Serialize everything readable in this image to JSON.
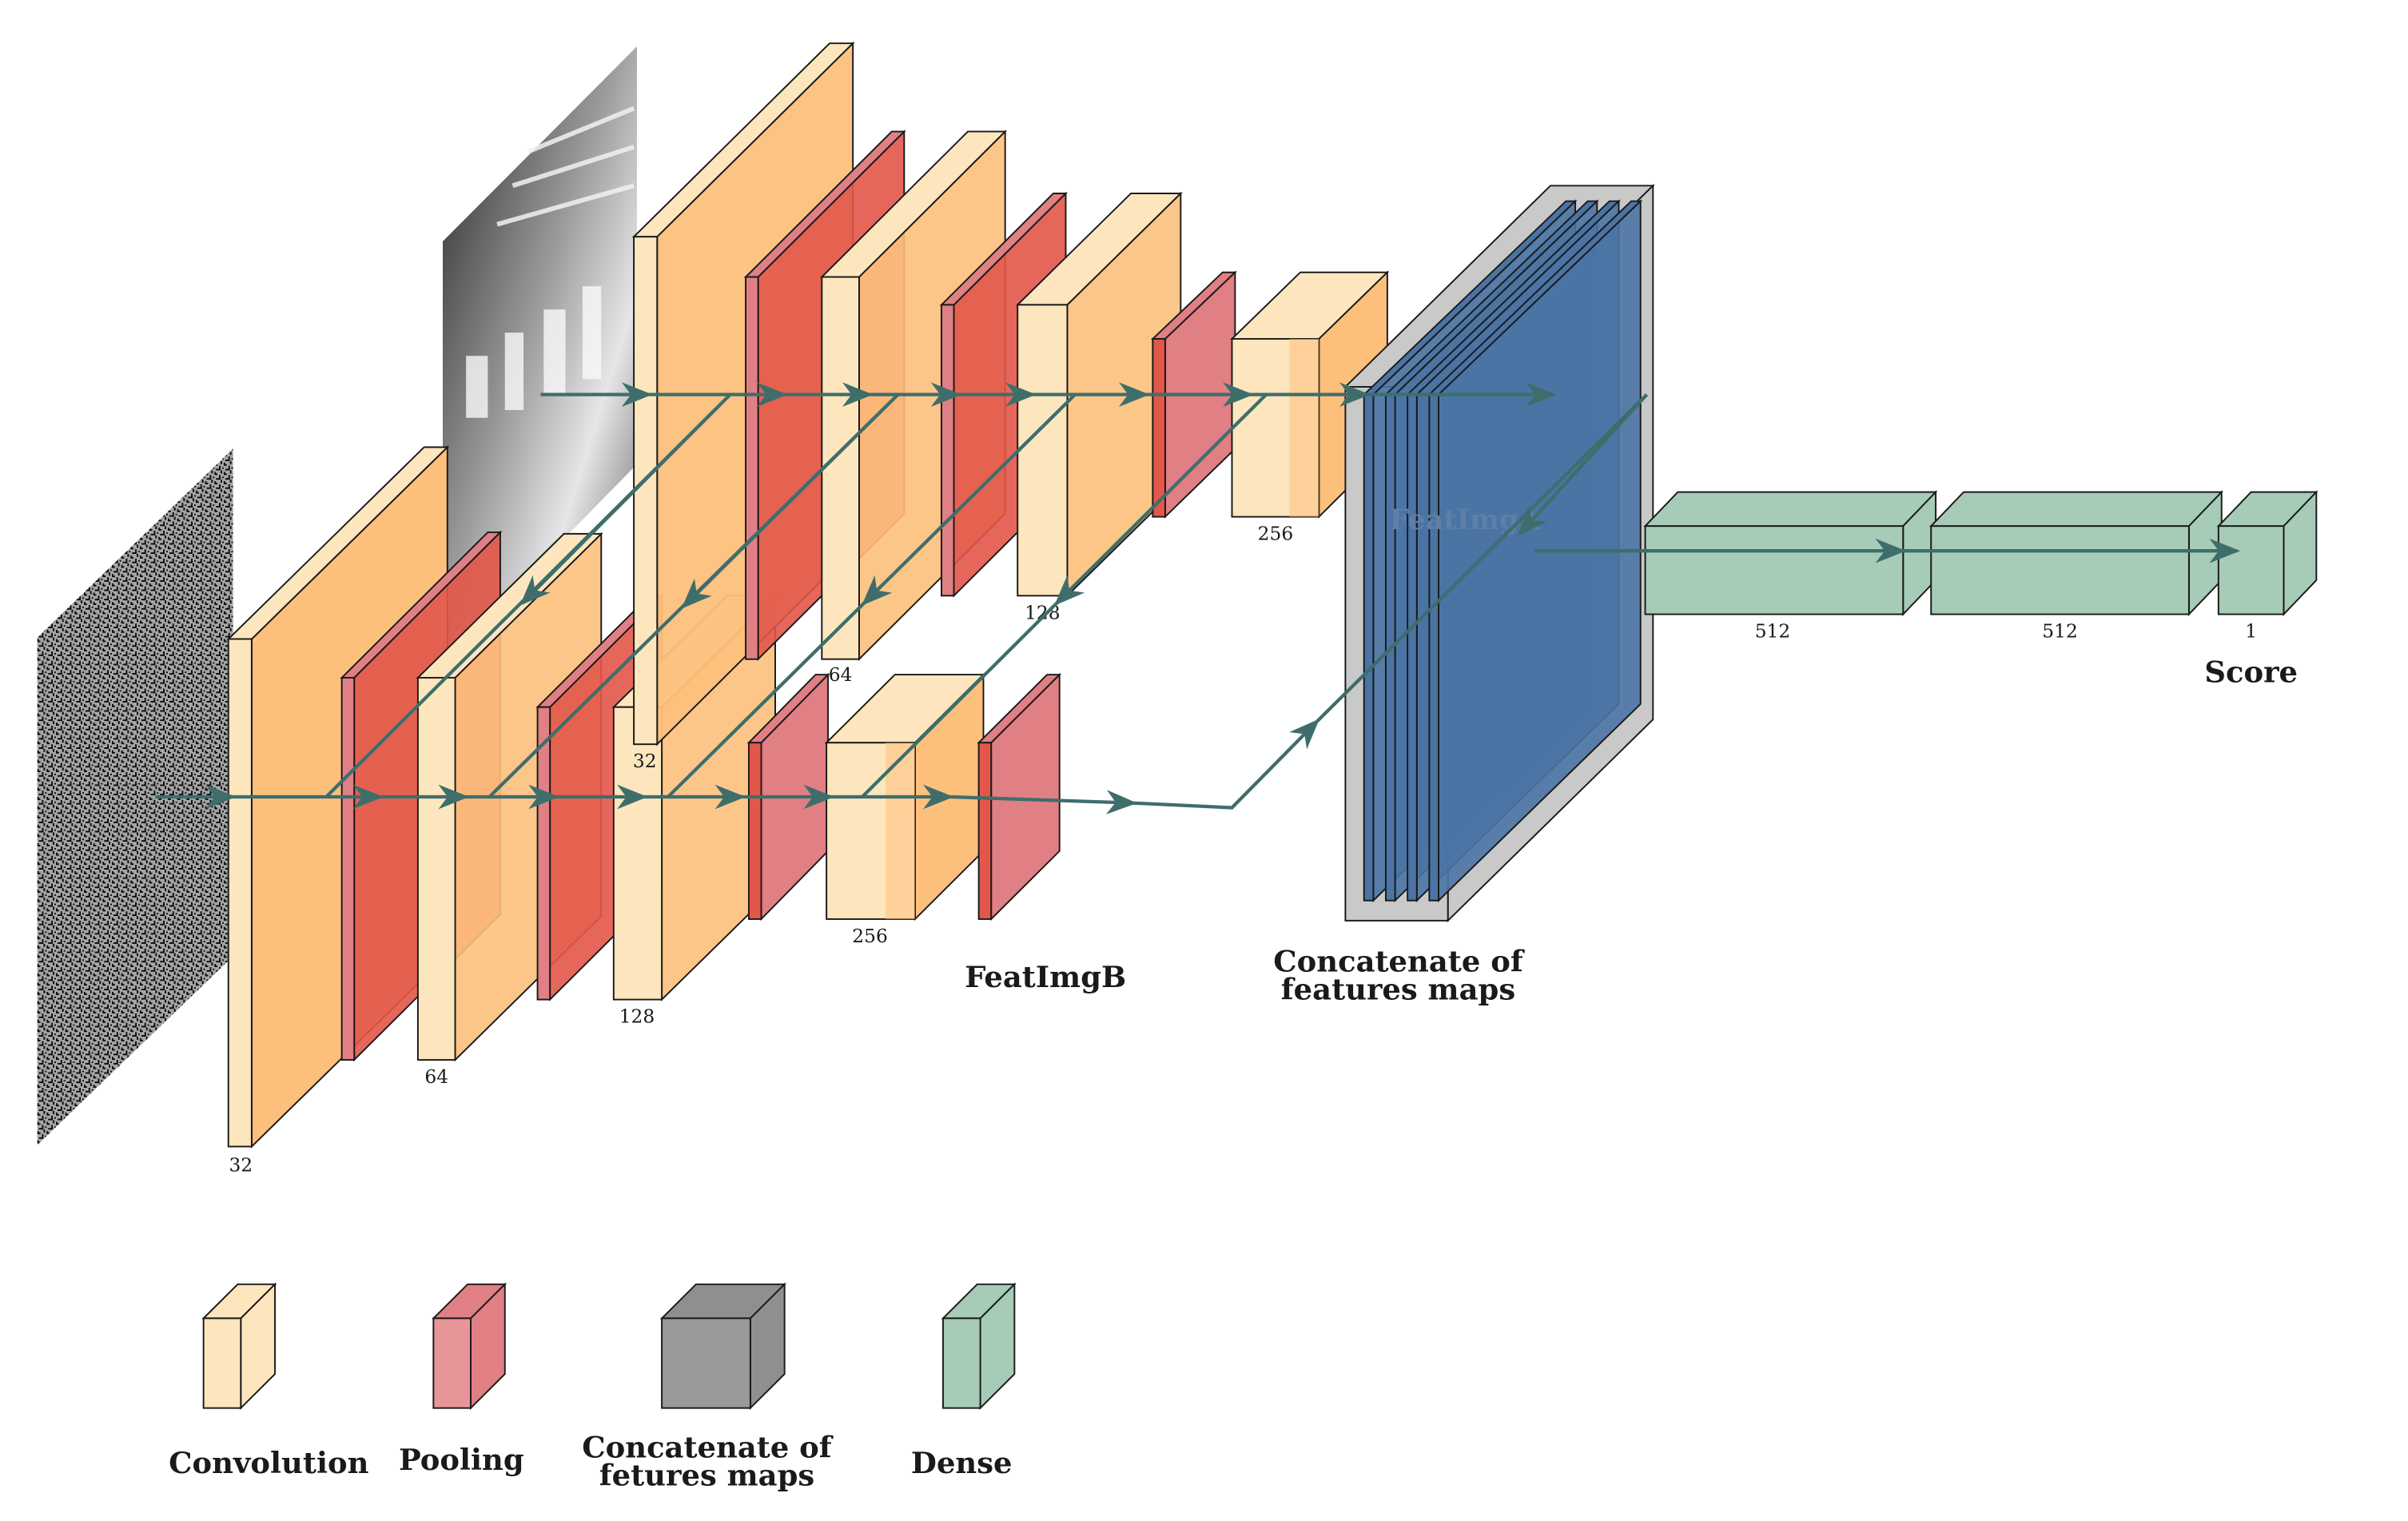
{
  "colors": {
    "conv_front": "#fdc07c",
    "conv_light": "#fde6bd",
    "pool_front": "#e2574a",
    "pool_light": "#e07f84",
    "concat_gray": "#c9c9c9",
    "concat_blue": "#4a74a4",
    "dense": "#a6cbb6",
    "arrow": "#3e6e6c",
    "edge": "#1a1a1a"
  },
  "branch_a": {
    "label": "FeatImgA",
    "conv_sizes": [
      "32",
      "64",
      "128",
      "256"
    ]
  },
  "branch_b": {
    "label": "FeatImgB",
    "conv_sizes": [
      "32",
      "64",
      "128",
      "256"
    ]
  },
  "concat_label_line1": "Concatenate of",
  "concat_label_line2": "features maps",
  "dense_sizes": [
    "512",
    "512",
    "1"
  ],
  "score_label": "Score",
  "legend": [
    {
      "label": "Convolution",
      "icon": "convolution-cube-icon"
    },
    {
      "label": "Pooling",
      "icon": "pooling-cube-icon"
    },
    {
      "label_line1": "Concatenate of",
      "label_line2": "fetures maps",
      "icon": "concatenate-cube-icon"
    },
    {
      "label": "Dense",
      "icon": "dense-cube-icon"
    }
  ]
}
